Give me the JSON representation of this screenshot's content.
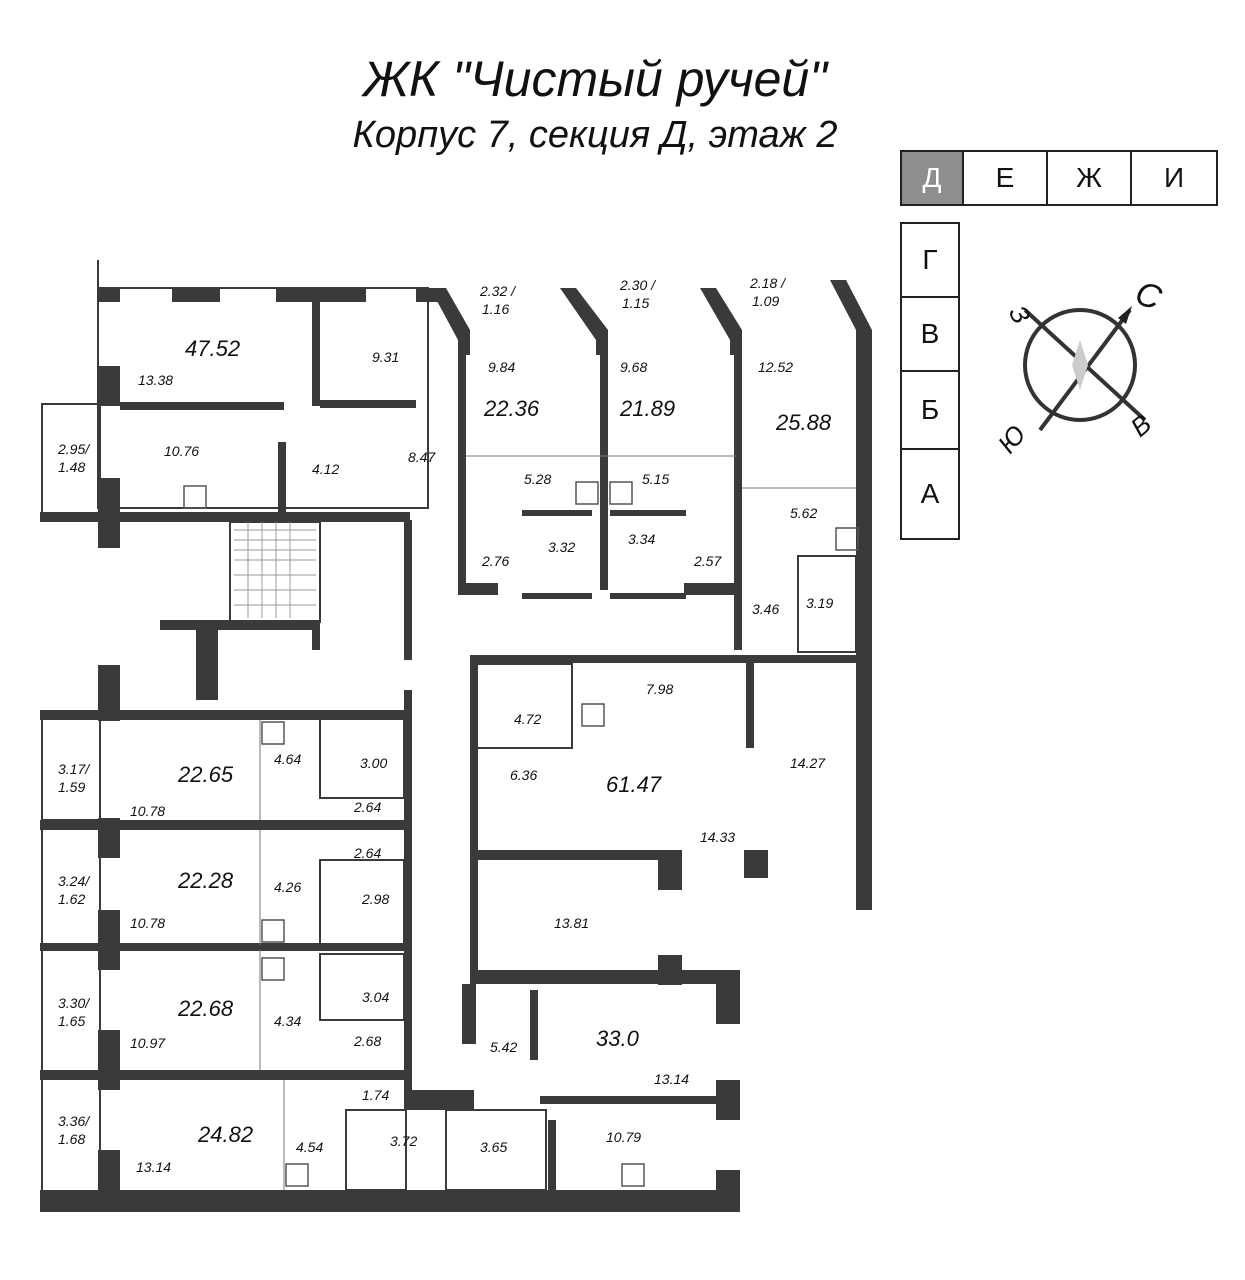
{
  "title": "ЖК \"Чистый ручей\"",
  "subtitle": "Корпус 7, секция Д, этаж 2",
  "sections": {
    "top": [
      "Д",
      "Е",
      "Ж",
      "И"
    ],
    "left": [
      "Г",
      "В",
      "Б",
      "А"
    ],
    "active": "Д"
  },
  "compass": {
    "n": "С",
    "e": "В",
    "s": "Ю",
    "w": "З"
  },
  "apartments": [
    {
      "id": "a1",
      "total": "47.52"
    },
    {
      "id": "a2",
      "total": "22.36"
    },
    {
      "id": "a3",
      "total": "21.89"
    },
    {
      "id": "a4",
      "total": "25.88"
    },
    {
      "id": "a5",
      "total": "61.47"
    },
    {
      "id": "a6",
      "total": "22.65"
    },
    {
      "id": "a7",
      "total": "22.28"
    },
    {
      "id": "a8",
      "total": "22.68"
    },
    {
      "id": "a9",
      "total": "33.0"
    },
    {
      "id": "a10",
      "total": "24.82"
    }
  ],
  "rooms": [
    "13.38",
    "9.31",
    "10.76",
    "4.12",
    "8.47",
    "2.95/",
    "1.48",
    "2.32 /",
    "1.16",
    "2.30 /",
    "1.15",
    "2.18 /",
    "1.09",
    "9.84",
    "9.68",
    "12.52",
    "5.28",
    "5.15",
    "5.62",
    "2.76",
    "3.32",
    "3.34",
    "2.57",
    "3.46",
    "3.19",
    "7.98",
    "4.72",
    "14.27",
    "6.36",
    "14.33",
    "13.81",
    "3.17/",
    "1.59",
    "10.78",
    "4.64",
    "3.00",
    "2.64",
    "3.24/",
    "1.62",
    "10.78",
    "4.26",
    "2.98",
    "2.64",
    "3.30/",
    "1.65",
    "10.97",
    "4.34",
    "3.04",
    "2.68",
    "5.42",
    "13.14",
    "3.36/",
    "1.68",
    "13.14",
    "4.54",
    "1.74",
    "3.72",
    "3.65",
    "10.79"
  ]
}
